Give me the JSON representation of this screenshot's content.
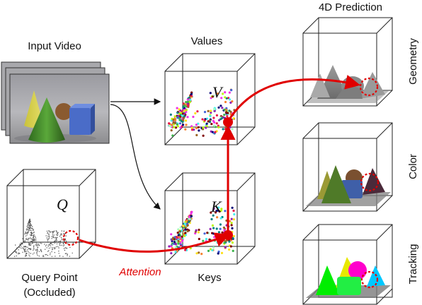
{
  "labels": {
    "input_video": "Input Video",
    "values": "Values",
    "keys": "Keys",
    "prediction": "4D Prediction",
    "query_line1": "Query Point",
    "query_line2": "(Occluded)",
    "attention": "Attention",
    "geometry": "Geometry",
    "color": "Color",
    "tracking": "Tracking",
    "v_symbol": "V",
    "k_symbol": "K",
    "q_symbol": "Q"
  },
  "colors": {
    "highlight": "#e00000",
    "box_edge": "#222222",
    "floor": "#8a8a8a"
  }
}
